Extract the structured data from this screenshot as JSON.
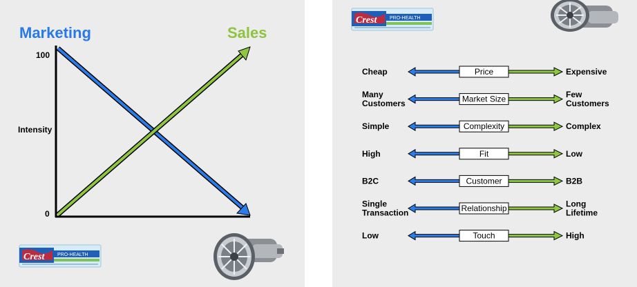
{
  "colors": {
    "marketing": "#2979e6",
    "sales": "#8cc43f",
    "blue_arrow": "#2b7de9",
    "green_arrow": "#8fc740",
    "slide_bg": "#ececec",
    "crest_blue": "#1f5fb8",
    "crest_red": "#d8232a"
  },
  "left_slide": {
    "marketing_label": "Marketing",
    "sales_label": "Sales",
    "y_max": "100",
    "y_min": "0",
    "y_axis_label": "Intensity",
    "marketing_series": {
      "start": 100,
      "end": 0
    },
    "sales_series": {
      "start": 0,
      "end": 100
    },
    "product_image": "crest-toothpaste-box",
    "machine_image": "jet-engine"
  },
  "right_slide": {
    "product_image": "crest-toothpaste-box",
    "machine_image": "jet-engine",
    "rows": [
      {
        "left": [
          "Cheap"
        ],
        "center": "Price",
        "right": [
          "Expensive"
        ]
      },
      {
        "left": [
          "Many",
          "Customers"
        ],
        "center": "Market Size",
        "right": [
          "Few",
          "Customers"
        ]
      },
      {
        "left": [
          "Simple"
        ],
        "center": "Complexity",
        "right": [
          "Complex"
        ]
      },
      {
        "left": [
          "High"
        ],
        "center": "Fit",
        "right": [
          "Low"
        ]
      },
      {
        "left": [
          "B2C"
        ],
        "center": "Customer",
        "right": [
          "B2B"
        ]
      },
      {
        "left": [
          "Single",
          "Transaction"
        ],
        "center": "Relationship",
        "right": [
          "Long",
          "Lifetime"
        ]
      },
      {
        "left": [
          "Low"
        ],
        "center": "Touch",
        "right": [
          "High"
        ]
      }
    ]
  }
}
